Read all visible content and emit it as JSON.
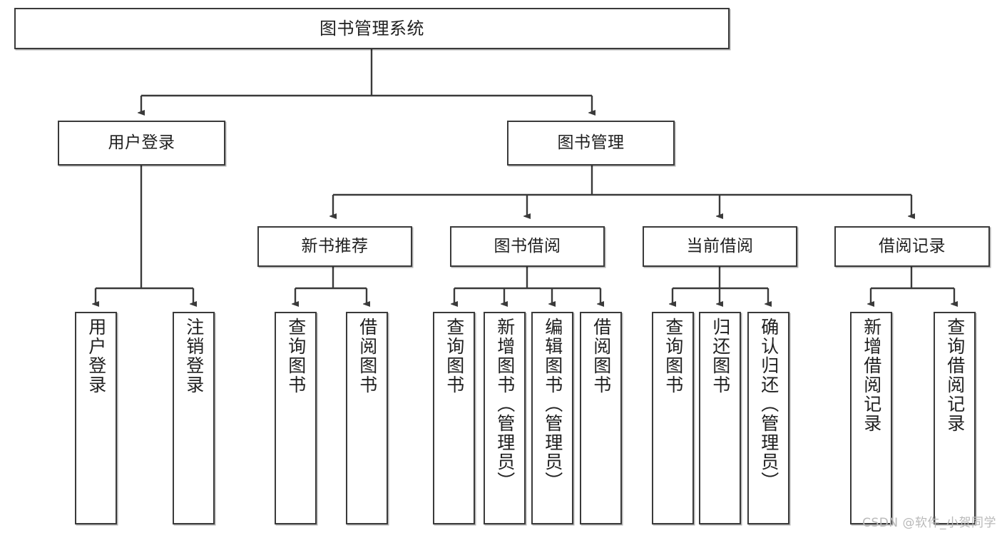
{
  "diagram": {
    "type": "tree",
    "title": "图书管理系统",
    "watermark": "CSDN @软件_小贺同学",
    "colors": {
      "stroke": "#3a3a3a",
      "fill": "#ffffff",
      "text": "#1f1f1f",
      "watermark": "#b9b9b9"
    },
    "nodes": {
      "root": {
        "label": "图书管理系统"
      },
      "level2": [
        {
          "id": "user-login",
          "label": "用户登录"
        },
        {
          "id": "book-manage",
          "label": "图书管理"
        }
      ],
      "level3": [
        {
          "id": "new-book-recommend",
          "label": "新书推荐"
        },
        {
          "id": "book-borrow",
          "label": "图书借阅"
        },
        {
          "id": "current-borrow",
          "label": "当前借阅"
        },
        {
          "id": "borrow-record",
          "label": "借阅记录"
        }
      ],
      "leaves": {
        "user-login": [
          {
            "id": "leaf-user-login",
            "label": "用户登录"
          },
          {
            "id": "leaf-logout",
            "label": "注销登录"
          }
        ],
        "new-book-recommend": [
          {
            "id": "leaf-query-book-1",
            "label": "查询图书"
          },
          {
            "id": "leaf-borrow-book-1",
            "label": "借阅图书"
          }
        ],
        "book-borrow": [
          {
            "id": "leaf-query-book-2",
            "label": "查询图书"
          },
          {
            "id": "leaf-add-book",
            "label": "新增图书（管理员）"
          },
          {
            "id": "leaf-edit-book",
            "label": "编辑图书（管理员）"
          },
          {
            "id": "leaf-borrow-book-2",
            "label": "借阅图书"
          }
        ],
        "current-borrow": [
          {
            "id": "leaf-query-book-3",
            "label": "查询图书"
          },
          {
            "id": "leaf-return-book",
            "label": "归还图书"
          },
          {
            "id": "leaf-confirm-return",
            "label": "确认归还（管理员）"
          }
        ],
        "borrow-record": [
          {
            "id": "leaf-add-record",
            "label": "新增借阅记录"
          },
          {
            "id": "leaf-query-record",
            "label": "查询借阅记录"
          }
        ]
      }
    }
  }
}
